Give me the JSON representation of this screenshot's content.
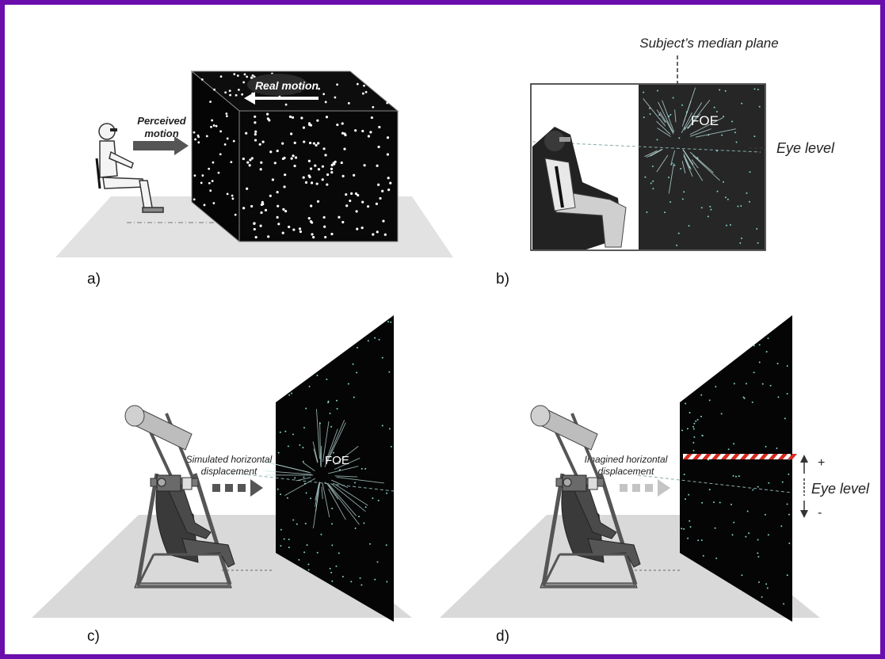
{
  "colors": {
    "frame": "#6a0dad",
    "screen": "#0a0a0a",
    "floor": "#d9d9d9",
    "dark_arrow": "#555555",
    "light_arrow": "#c4c4c4",
    "bar_red": "#d62a1f"
  },
  "panel_a": {
    "label": "a)",
    "perceived_motion": [
      "Perceived",
      "motion"
    ],
    "real_motion": "Real motion"
  },
  "panel_b": {
    "label": "b)",
    "median_plane": "Subject’s median plane",
    "foe": "FOE",
    "eye_level": "Eye level"
  },
  "panel_c": {
    "label": "c)",
    "displacement": [
      "Simulated horizontal",
      "displacement"
    ],
    "foe": "FOE"
  },
  "panel_d": {
    "label": "d)",
    "displacement": [
      "Imagined horizontal",
      "displacement"
    ],
    "eye_level": "Eye level",
    "plus": "+",
    "minus": "-"
  }
}
